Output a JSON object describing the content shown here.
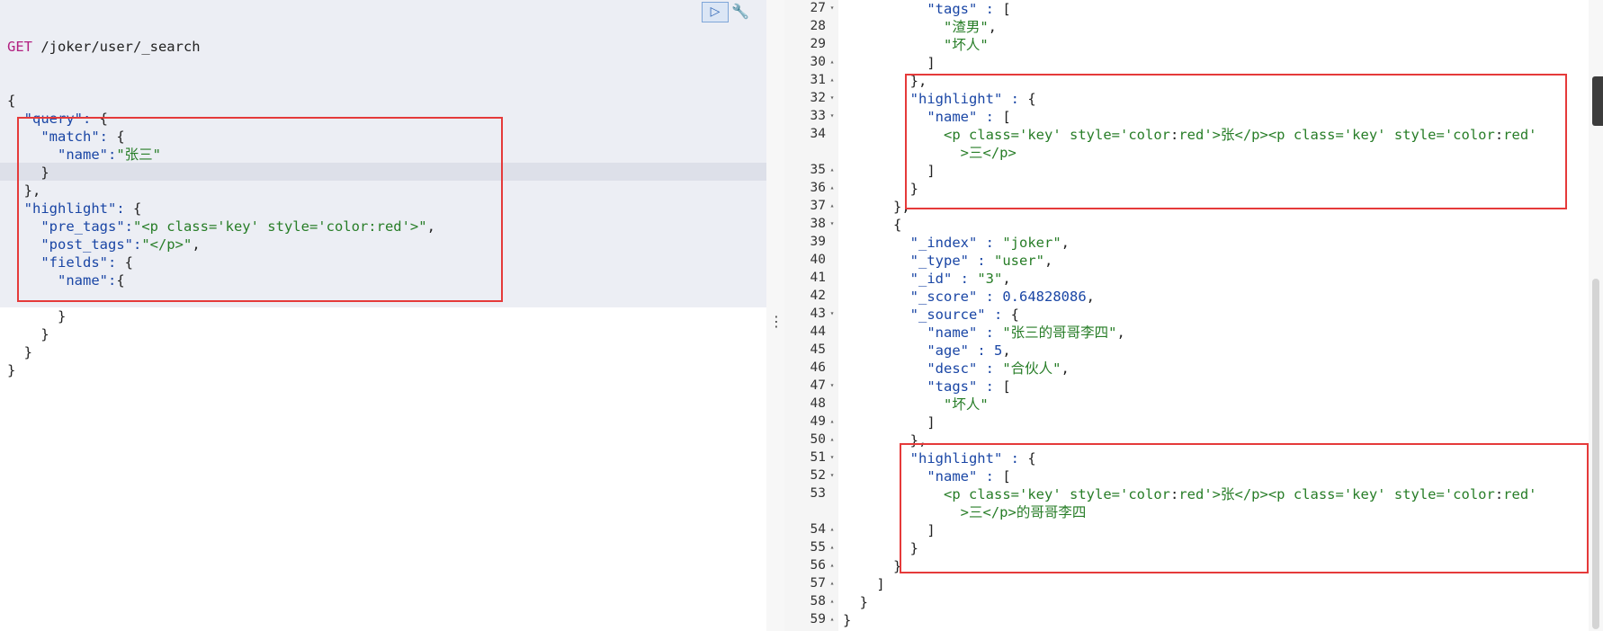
{
  "request": {
    "method": "GET",
    "path": " /joker/user/_search",
    "lines": [
      "{",
      "  \"query\": {",
      "    \"match\": {",
      "      \"name\":\"张三\"",
      "    }",
      "  },",
      "  \"highlight\": {",
      "    \"pre_tags\":\"<p class='key' style='color:red'>\",",
      "    \"post_tags\":\"</p>\",",
      "    \"fields\": {",
      "      \"name\":{",
      "        ",
      "      }",
      "    }",
      "  }",
      "}"
    ]
  },
  "toolbar": {
    "run_icon": "play-icon",
    "settings_icon": "wrench-icon"
  },
  "response": {
    "lines": [
      {
        "n": "27",
        "fold": "▾",
        "text": "          \"tags\" : ["
      },
      {
        "n": "28",
        "fold": "",
        "text": "            \"渣男\","
      },
      {
        "n": "29",
        "fold": "",
        "text": "            \"坏人\""
      },
      {
        "n": "30",
        "fold": "▴",
        "text": "          ]"
      },
      {
        "n": "31",
        "fold": "▴",
        "text": "        },"
      },
      {
        "n": "32",
        "fold": "▾",
        "text": "        \"highlight\" : {"
      },
      {
        "n": "33",
        "fold": "▾",
        "text": "          \"name\" : ["
      },
      {
        "n": "34",
        "fold": "",
        "text": "            \"<p class='key' style='color:red'>张</p><p class='key' style='color:red'"
      },
      {
        "n": "",
        "fold": "",
        "text": "              >三</p>\""
      },
      {
        "n": "35",
        "fold": "▴",
        "text": "          ]"
      },
      {
        "n": "36",
        "fold": "▴",
        "text": "        }"
      },
      {
        "n": "37",
        "fold": "▴",
        "text": "      },"
      },
      {
        "n": "38",
        "fold": "▾",
        "text": "      {"
      },
      {
        "n": "39",
        "fold": "",
        "text": "        \"_index\" : \"joker\","
      },
      {
        "n": "40",
        "fold": "",
        "text": "        \"_type\" : \"user\","
      },
      {
        "n": "41",
        "fold": "",
        "text": "        \"_id\" : \"3\","
      },
      {
        "n": "42",
        "fold": "",
        "text": "        \"_score\" : 0.64828086,"
      },
      {
        "n": "43",
        "fold": "▾",
        "text": "        \"_source\" : {"
      },
      {
        "n": "44",
        "fold": "",
        "text": "          \"name\" : \"张三的哥哥李四\","
      },
      {
        "n": "45",
        "fold": "",
        "text": "          \"age\" : 5,"
      },
      {
        "n": "46",
        "fold": "",
        "text": "          \"desc\" : \"合伙人\","
      },
      {
        "n": "47",
        "fold": "▾",
        "text": "          \"tags\" : ["
      },
      {
        "n": "48",
        "fold": "",
        "text": "            \"坏人\""
      },
      {
        "n": "49",
        "fold": "▴",
        "text": "          ]"
      },
      {
        "n": "50",
        "fold": "▴",
        "text": "        },"
      },
      {
        "n": "51",
        "fold": "▾",
        "text": "        \"highlight\" : {"
      },
      {
        "n": "52",
        "fold": "▾",
        "text": "          \"name\" : ["
      },
      {
        "n": "53",
        "fold": "",
        "text": "            \"<p class='key' style='color:red'>张</p><p class='key' style='color:red'"
      },
      {
        "n": "",
        "fold": "",
        "text": "              >三</p>的哥哥李四\""
      },
      {
        "n": "54",
        "fold": "▴",
        "text": "          ]"
      },
      {
        "n": "55",
        "fold": "▴",
        "text": "        }"
      },
      {
        "n": "56",
        "fold": "▴",
        "text": "      }"
      },
      {
        "n": "57",
        "fold": "▴",
        "text": "    ]"
      },
      {
        "n": "58",
        "fold": "▴",
        "text": "  }"
      },
      {
        "n": "59",
        "fold": "▴",
        "text": "}"
      }
    ]
  },
  "colors": {
    "highlight_box": "#e53a3a",
    "string": "#277d27",
    "key": "#1a46a5",
    "method": "#b22081"
  }
}
